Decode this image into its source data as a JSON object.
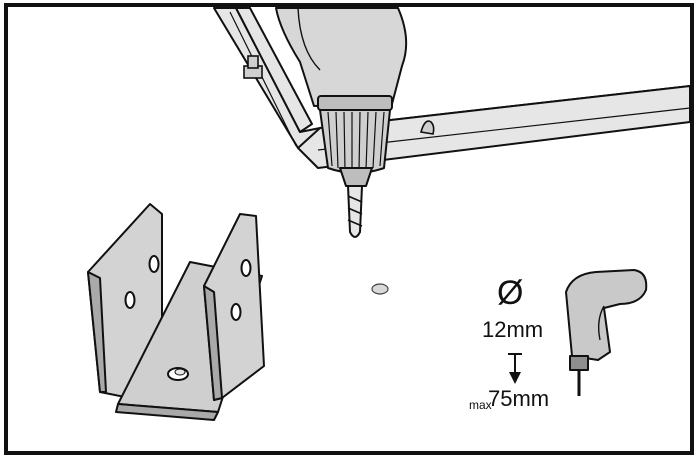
{
  "specs": {
    "diameter_symbol": "Ø",
    "diameter": "12mm",
    "depth_prefix": "max",
    "depth": "75mm"
  }
}
